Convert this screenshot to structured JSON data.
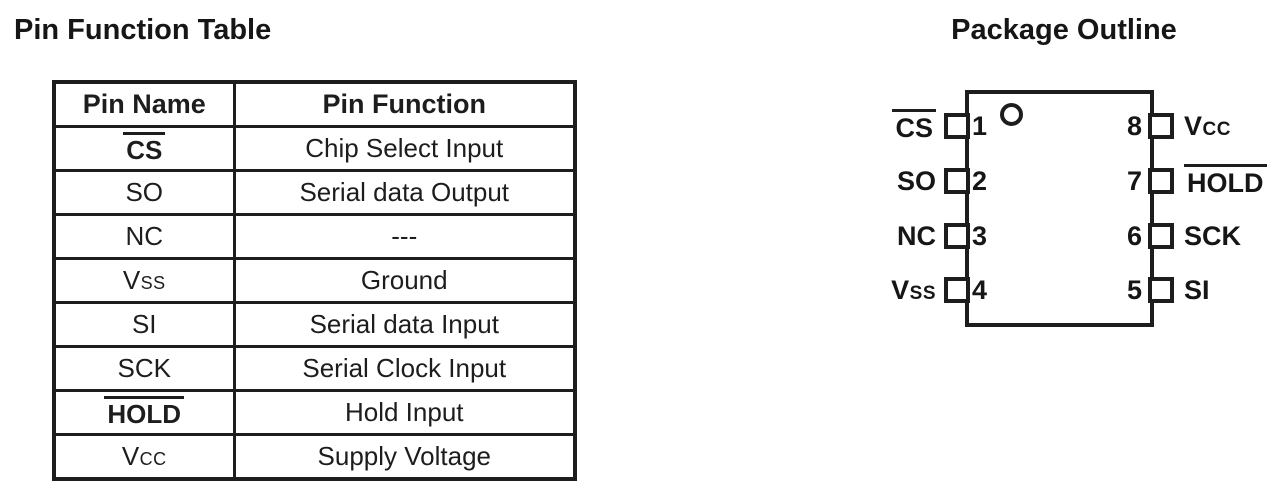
{
  "left_panel": {
    "title": "Pin Function Table",
    "table": {
      "headers": [
        "Pin Name",
        "Pin Function"
      ],
      "rows": [
        {
          "name": "CS",
          "function": "Chip Select Input",
          "overline": true
        },
        {
          "name": "SO",
          "function": "Serial data Output",
          "overline": false
        },
        {
          "name": "NC",
          "function": "---",
          "overline": false
        },
        {
          "name": "Vss",
          "function": "Ground",
          "overline": false
        },
        {
          "name": "SI",
          "function": "Serial data Input",
          "overline": false
        },
        {
          "name": "SCK",
          "function": "Serial Clock Input",
          "overline": false
        },
        {
          "name": "HOLD",
          "function": "Hold Input",
          "overline": true
        },
        {
          "name": "Vcc",
          "function": "Supply Voltage",
          "overline": false
        }
      ]
    }
  },
  "right_panel": {
    "title": "Package Outline",
    "package": {
      "pin_count": 8,
      "left_pins": [
        {
          "number": "1",
          "name": "CS",
          "overline": true
        },
        {
          "number": "2",
          "name": "SO",
          "overline": false
        },
        {
          "number": "3",
          "name": "NC",
          "overline": false
        },
        {
          "number": "4",
          "name": "Vss",
          "overline": false
        }
      ],
      "right_pins": [
        {
          "number": "8",
          "name": "Vcc",
          "overline": false
        },
        {
          "number": "7",
          "name": "HOLD",
          "overline": true
        },
        {
          "number": "6",
          "name": "SCK",
          "overline": false
        },
        {
          "number": "5",
          "name": "SI",
          "overline": false
        }
      ]
    }
  },
  "colors": {
    "ink": "#1d1d1d",
    "background": "#ffffff"
  }
}
